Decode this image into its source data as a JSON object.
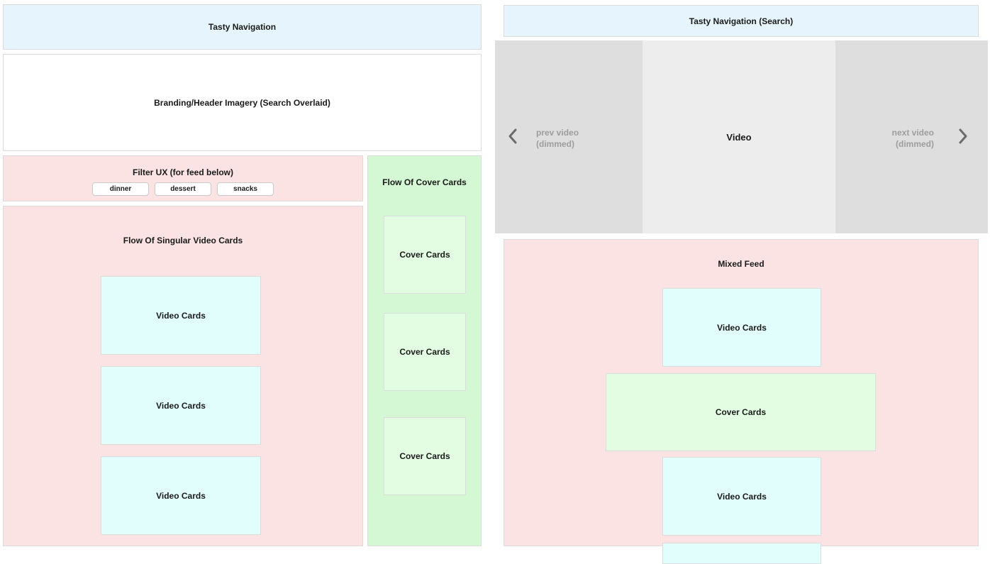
{
  "left": {
    "nav": {
      "label": "Tasty Navigation"
    },
    "header": {
      "label": "Branding/Header Imagery (Search Overlaid)"
    },
    "filter": {
      "title": "Filter UX (for feed below)",
      "chips": [
        "dinner",
        "dessert",
        "snacks"
      ]
    },
    "video_flow": {
      "title": "Flow Of Singular Video Cards",
      "cards": [
        "Video Cards",
        "Video Cards",
        "Video Cards"
      ]
    },
    "cover_flow": {
      "title": "Flow Of Cover Cards",
      "cards": [
        "Cover Cards",
        "Cover Cards",
        "Cover Cards"
      ]
    }
  },
  "right": {
    "nav": {
      "label": "Tasty Navigation (Search)"
    },
    "carousel": {
      "video": "Video",
      "prev": "prev video\n(dimmed)",
      "next": "next video\n(dimmed)"
    },
    "mixed_feed": {
      "title": "Mixed Feed",
      "cards": [
        "Video Cards",
        "Cover Cards",
        "Video Cards"
      ]
    }
  },
  "colors": {
    "nav": "#e6f4fd",
    "pink": "#fbe3e4",
    "green": "#d3f8d3",
    "video_card": "#e1fefc",
    "cover_card": "#e3fde3",
    "carousel_side": "#dedede",
    "carousel_center": "#ededed"
  },
  "icons": {
    "prev": "chevron-left-icon",
    "next": "chevron-right-icon"
  }
}
